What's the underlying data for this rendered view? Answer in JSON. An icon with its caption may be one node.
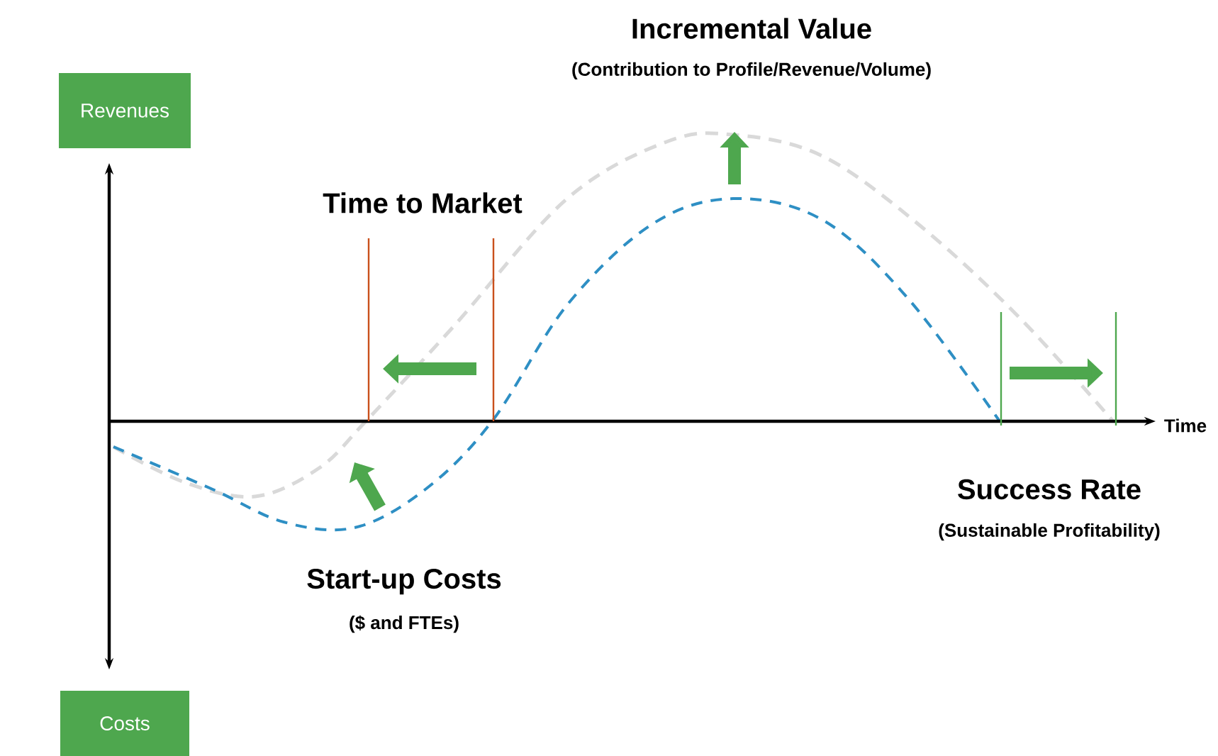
{
  "diagram": {
    "nodes": [
      {
        "text": [
          "Revenues"
        ]
      },
      {
        "text": [
          "Costs"
        ]
      }
    ],
    "labels": [
      "Incremental Value",
      "(Contribution to Profile/Revenue/Volume)",
      "Time to Market",
      "Time",
      "Success Rate",
      "(Sustainable Profitability)",
      "Start-up Costs",
      "($ and FTEs)"
    ]
  }
}
